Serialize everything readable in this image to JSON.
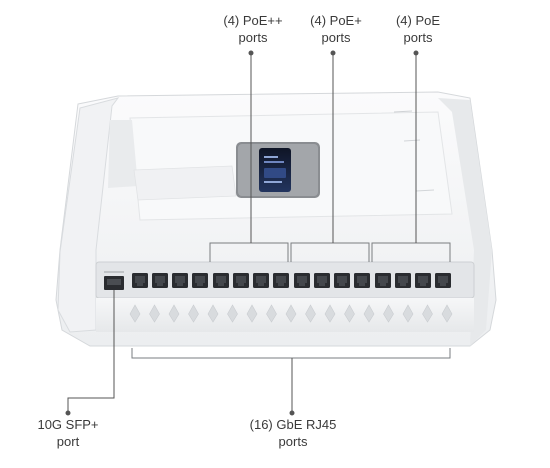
{
  "callouts": {
    "poe_plus_plus": {
      "line1": "(4) PoE++",
      "line2": "ports"
    },
    "poe_plus": {
      "line1": "(4) PoE+",
      "line2": "ports"
    },
    "poe": {
      "line1": "(4) PoE",
      "line2": "ports"
    },
    "sfp": {
      "line1": "10G SFP+",
      "line2": "port"
    },
    "rj45": {
      "line1": "(16) GbE RJ45",
      "line2": "ports"
    }
  },
  "device": {
    "rj45_port_count": 16,
    "sfp_port_count": 1,
    "body_color": "#f3f4f5",
    "port_color": "#2a2c30",
    "screen_color": "#1d2a4a",
    "leader_color": "#555555"
  }
}
